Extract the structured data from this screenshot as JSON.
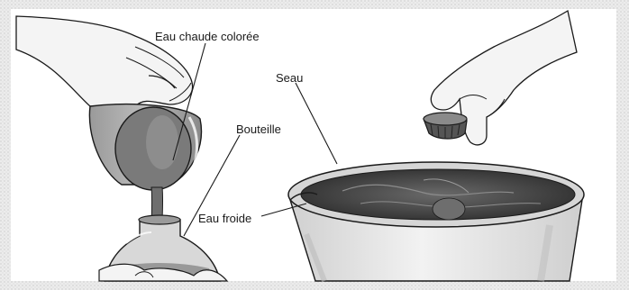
{
  "labels": {
    "hot_colored_water": "Eau chaude colorée",
    "bottle": "Bouteille",
    "bucket": "Seau",
    "cold_water": "Eau froide"
  },
  "colors": {
    "background": "#ffffff",
    "grain": "#cfcfcf",
    "ink": "#1a1a1a",
    "hot_liquid": "#7a7a7a",
    "cold_water": "#4a4a4a",
    "bucket_body": "#e4e4e4"
  }
}
